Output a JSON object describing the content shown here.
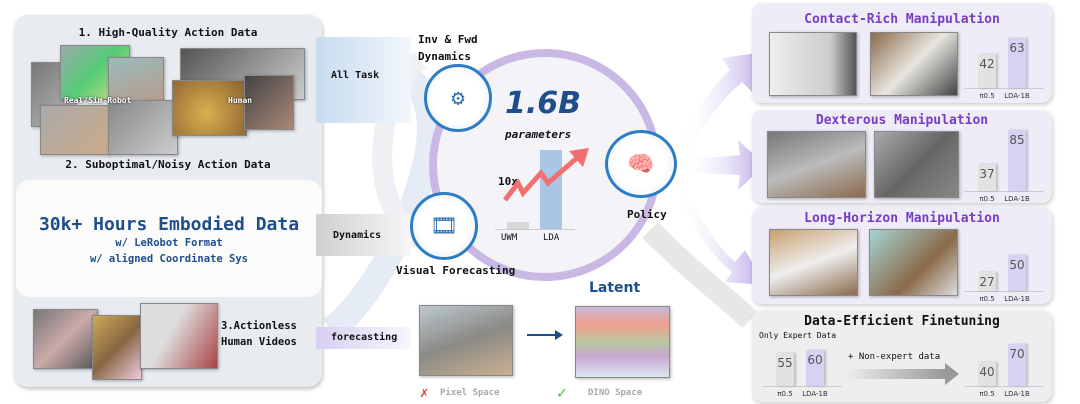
{
  "left_panel": {
    "section1_title": "1. High-Quality Action Data",
    "robot_label": "Real/Sim-Robot",
    "human_label": "Human",
    "section2_title": "2. Suboptimal/Noisy Action Data",
    "headline": "30k+ Hours Embodied Data",
    "sub1": "w/ LeRobot Format",
    "sub2": "w/ aligned Coordinate Sys",
    "section3_line1": "3.Actionless",
    "section3_line2": "Human Videos"
  },
  "connectors": {
    "all_task": "All Task",
    "dynamics": "Dynamics",
    "forecasting": "forecasting"
  },
  "center": {
    "inv_fwd_line1": "Inv & Fwd",
    "inv_fwd_line2": "Dynamics",
    "params_value": "1.6B",
    "params_label": "parameters",
    "multiplier": "10x",
    "bar_labels": [
      "UWM",
      "LDA"
    ],
    "visual_forecasting": "Visual Forecasting",
    "policy": "Policy",
    "latent": "Latent",
    "pixel_space": "Pixel Space",
    "dino_space": "DINO Space"
  },
  "chart_data": [
    {
      "type": "bar",
      "title": "Contact-Rich Manipulation",
      "categories": [
        "π0.5",
        "LDA-1B"
      ],
      "values": [
        42,
        63
      ]
    },
    {
      "type": "bar",
      "title": "Dexterous Manipulation",
      "categories": [
        "π0.5",
        "LDA-1B"
      ],
      "values": [
        37,
        85
      ]
    },
    {
      "type": "bar",
      "title": "Long-Horizon Manipulation",
      "categories": [
        "π0.5",
        "LDA-1B"
      ],
      "values": [
        27,
        50
      ]
    },
    {
      "type": "bar",
      "title": "Data-Efficient Finetuning",
      "subtitle": "Only Expert Data",
      "annotation": "+ Non-expert data",
      "categories": [
        "π0.5",
        "LDA-1B"
      ],
      "values_expert_only": [
        55,
        60
      ],
      "values_with_nonexpert": [
        40,
        70
      ]
    }
  ],
  "colors": {
    "blue": "#1f4e8c",
    "purple": "#7a3dc2",
    "bar_gray": "#e2e2e2",
    "bar_purple": "#d9d1f3"
  }
}
